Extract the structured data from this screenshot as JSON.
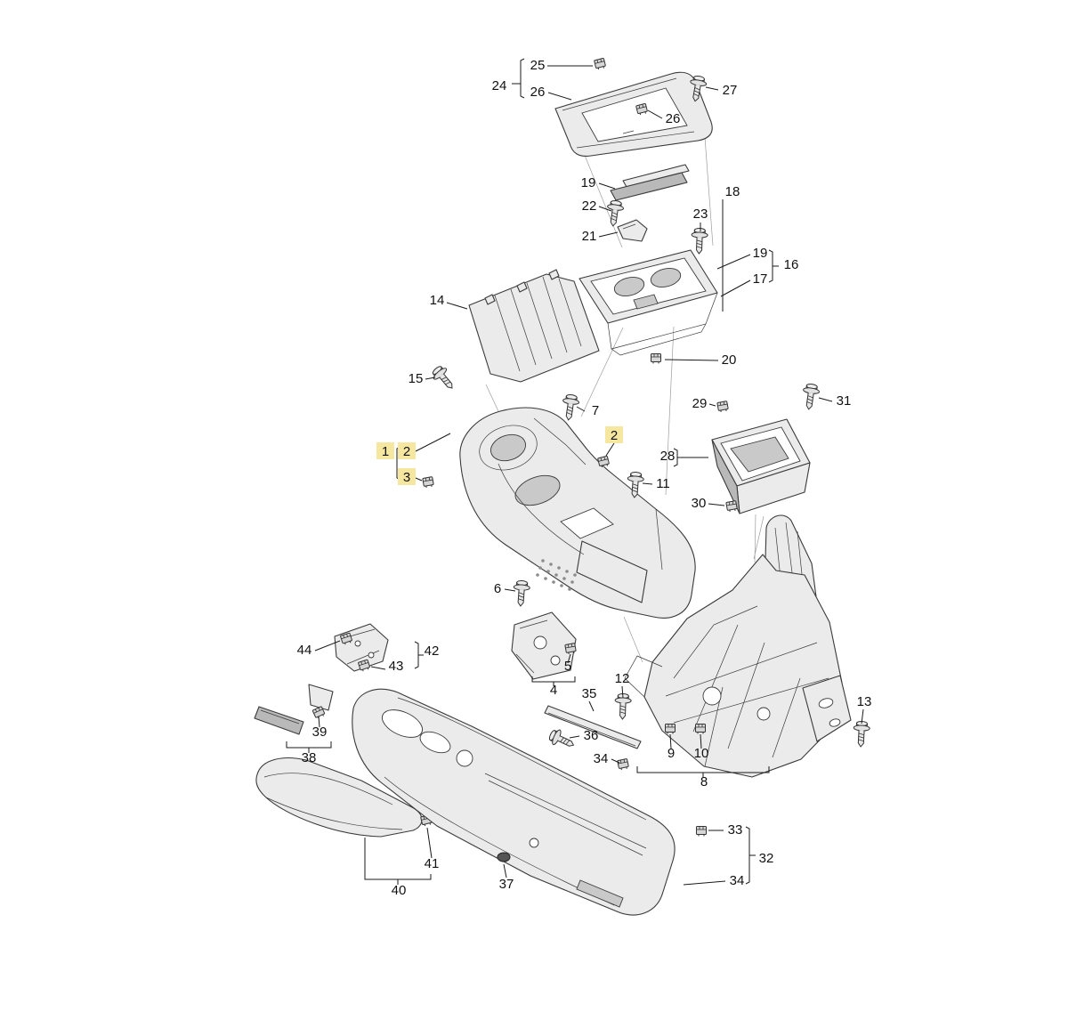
{
  "colors": {
    "highlight": "#f6e7a0",
    "leader": "#1a1a1a",
    "part_stroke": "#3a3a3a",
    "part_fill": "#ebebeb",
    "background": "#ffffff"
  },
  "labels": {
    "n1": {
      "text": "1",
      "highlighted": true
    },
    "n2a": {
      "text": "2",
      "highlighted": true
    },
    "n2b": {
      "text": "2",
      "highlighted": true
    },
    "n3": {
      "text": "3",
      "highlighted": true
    },
    "n4": {
      "text": "4",
      "highlighted": false
    },
    "n5": {
      "text": "5",
      "highlighted": false
    },
    "n6": {
      "text": "6",
      "highlighted": false
    },
    "n7": {
      "text": "7",
      "highlighted": false
    },
    "n8": {
      "text": "8",
      "highlighted": false
    },
    "n9": {
      "text": "9",
      "highlighted": false
    },
    "n10": {
      "text": "10",
      "highlighted": false
    },
    "n11": {
      "text": "11",
      "highlighted": false
    },
    "n12": {
      "text": "12",
      "highlighted": false
    },
    "n13": {
      "text": "13",
      "highlighted": false
    },
    "n14": {
      "text": "14",
      "highlighted": false
    },
    "n15": {
      "text": "15",
      "highlighted": false
    },
    "n16": {
      "text": "16",
      "highlighted": false
    },
    "n17": {
      "text": "17",
      "highlighted": false
    },
    "n18": {
      "text": "18",
      "highlighted": false
    },
    "n19a": {
      "text": "19",
      "highlighted": false
    },
    "n19b": {
      "text": "19",
      "highlighted": false
    },
    "n20": {
      "text": "20",
      "highlighted": false
    },
    "n21": {
      "text": "21",
      "highlighted": false
    },
    "n22": {
      "text": "22",
      "highlighted": false
    },
    "n23": {
      "text": "23",
      "highlighted": false
    },
    "n24": {
      "text": "24",
      "highlighted": false
    },
    "n25": {
      "text": "25",
      "highlighted": false
    },
    "n26a": {
      "text": "26",
      "highlighted": false
    },
    "n26b": {
      "text": "26",
      "highlighted": false
    },
    "n27": {
      "text": "27",
      "highlighted": false
    },
    "n28": {
      "text": "28",
      "highlighted": false
    },
    "n29": {
      "text": "29",
      "highlighted": false
    },
    "n30": {
      "text": "30",
      "highlighted": false
    },
    "n31": {
      "text": "31",
      "highlighted": false
    },
    "n32": {
      "text": "32",
      "highlighted": false
    },
    "n33": {
      "text": "33",
      "highlighted": false
    },
    "n34a": {
      "text": "34",
      "highlighted": false
    },
    "n34b": {
      "text": "34",
      "highlighted": false
    },
    "n35": {
      "text": "35",
      "highlighted": false
    },
    "n36": {
      "text": "36",
      "highlighted": false
    },
    "n37": {
      "text": "37",
      "highlighted": false
    },
    "n38": {
      "text": "38",
      "highlighted": false
    },
    "n39": {
      "text": "39",
      "highlighted": false
    },
    "n40": {
      "text": "40",
      "highlighted": false
    },
    "n41": {
      "text": "41",
      "highlighted": false
    },
    "n42": {
      "text": "42",
      "highlighted": false
    },
    "n43": {
      "text": "43",
      "highlighted": false
    },
    "n44": {
      "text": "44",
      "highlighted": false
    }
  }
}
